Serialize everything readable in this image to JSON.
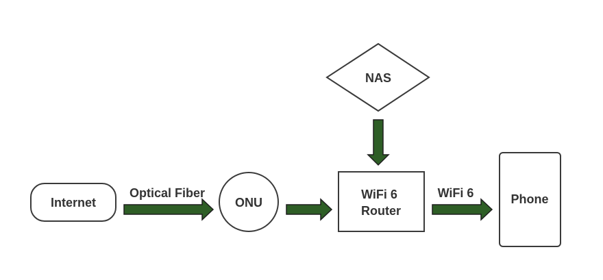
{
  "diagram": {
    "colors": {
      "arrow_fill": "#2e5e26",
      "node_stroke": "#3a3a3a",
      "label_text": "#333333",
      "background": "#ffffff"
    },
    "nodes": {
      "internet": {
        "label": "Internet",
        "shape": "rounded-rectangle"
      },
      "onu": {
        "label": "ONU",
        "shape": "circle"
      },
      "nas": {
        "label": "NAS",
        "shape": "diamond"
      },
      "router": {
        "line1": "WiFi 6",
        "line2": "Router",
        "shape": "rectangle"
      },
      "phone": {
        "label": "Phone",
        "shape": "rounded-rectangle"
      }
    },
    "edges": [
      {
        "from": "Internet",
        "to": "ONU",
        "label": "Optical Fiber"
      },
      {
        "from": "ONU",
        "to": "WiFi 6 Router",
        "label": ""
      },
      {
        "from": "NAS",
        "to": "WiFi 6 Router",
        "label": ""
      },
      {
        "from": "WiFi 6 Router",
        "to": "Phone",
        "label": "WiFi 6"
      }
    ]
  }
}
